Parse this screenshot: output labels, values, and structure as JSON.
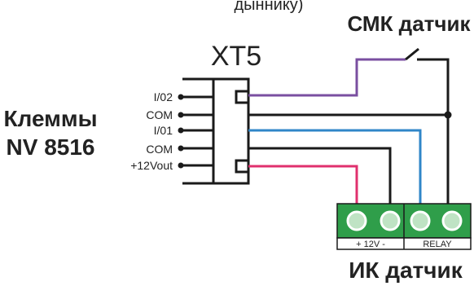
{
  "top_caption": "дыннику)",
  "smk_label": "СМК датчик",
  "xt_label": "XT5",
  "terminals_label_line1": "Клеммы",
  "terminals_label_line2": "NV 8516",
  "pins": [
    "I/02",
    "COM",
    "I/01",
    "COM",
    "+12Vout"
  ],
  "ik_label": "ИК датчик",
  "ik_terminals": {
    "power": "+ 12V -",
    "relay": "RELAY"
  },
  "colors": {
    "wire_black": "#1a1a1a",
    "wire_purple": "#7a4fa0",
    "wire_blue": "#2f86c8",
    "wire_pink": "#e0306e",
    "terminal_green": "#2f9e4a",
    "terminal_light": "#bfe3c4"
  }
}
